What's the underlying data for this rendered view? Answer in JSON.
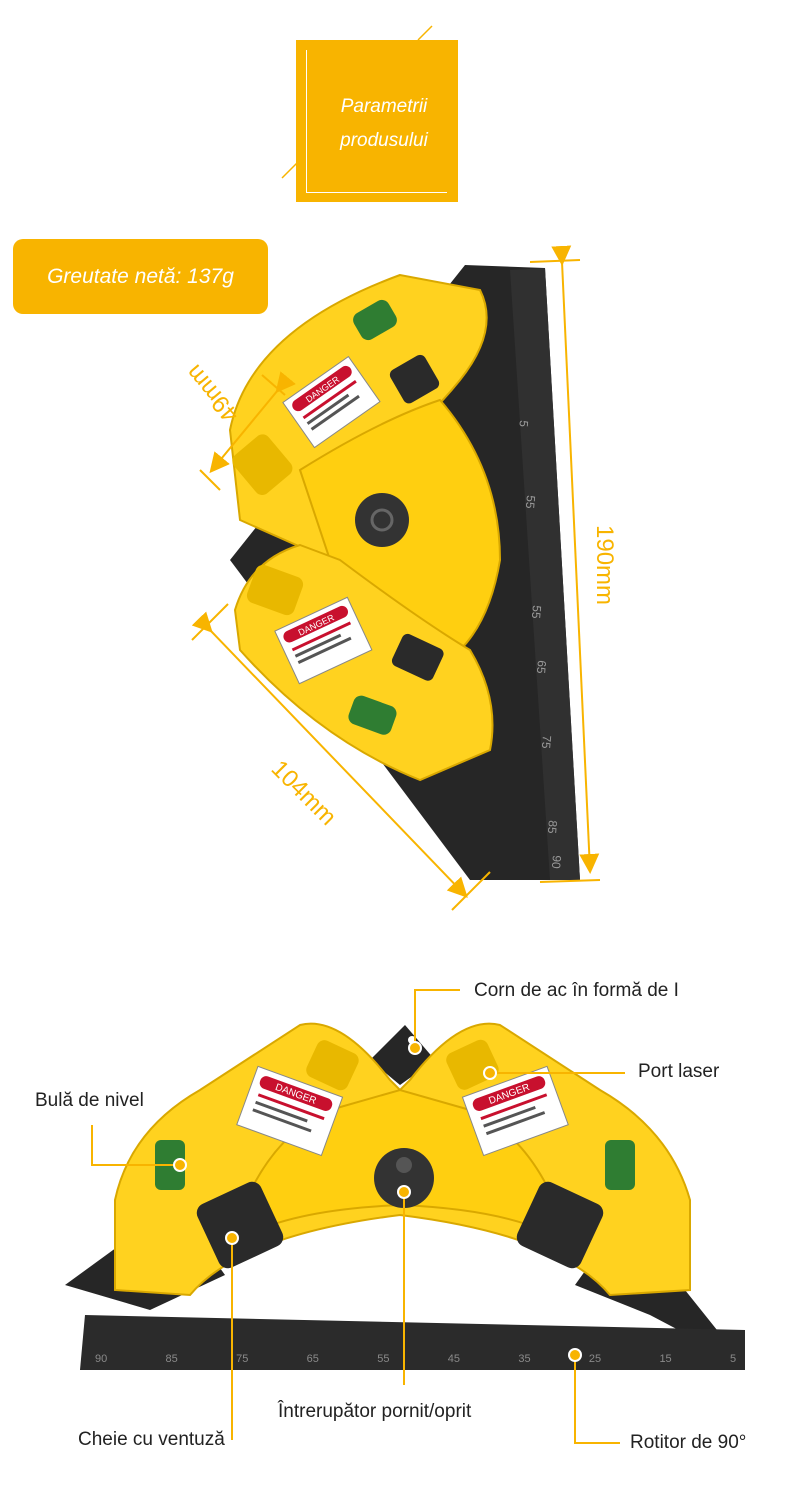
{
  "header": {
    "title_line1": "Parametrii",
    "title_line2": "produsului"
  },
  "weight": {
    "label": "Greutate netă: 137g"
  },
  "dimensions": {
    "width": "49mm",
    "height": "190mm",
    "length": "104mm"
  },
  "callouts": {
    "top": "Corn de ac în formă de I",
    "laser": "Port laser",
    "bubble": "Bulă de nivel",
    "switch": "Întrerupător pornit/oprit",
    "suction": "Cheie cu ventuză",
    "rotator": "Rotitor de 90°"
  },
  "product_labels": {
    "danger": "DANGER"
  },
  "ruler_ticks": [
    "90",
    "85",
    "75",
    "65",
    "55",
    "45",
    "35",
    "25",
    "15",
    "5"
  ],
  "colors": {
    "accent": "#F8B400",
    "body": "#FFD21F",
    "base": "#232323"
  }
}
